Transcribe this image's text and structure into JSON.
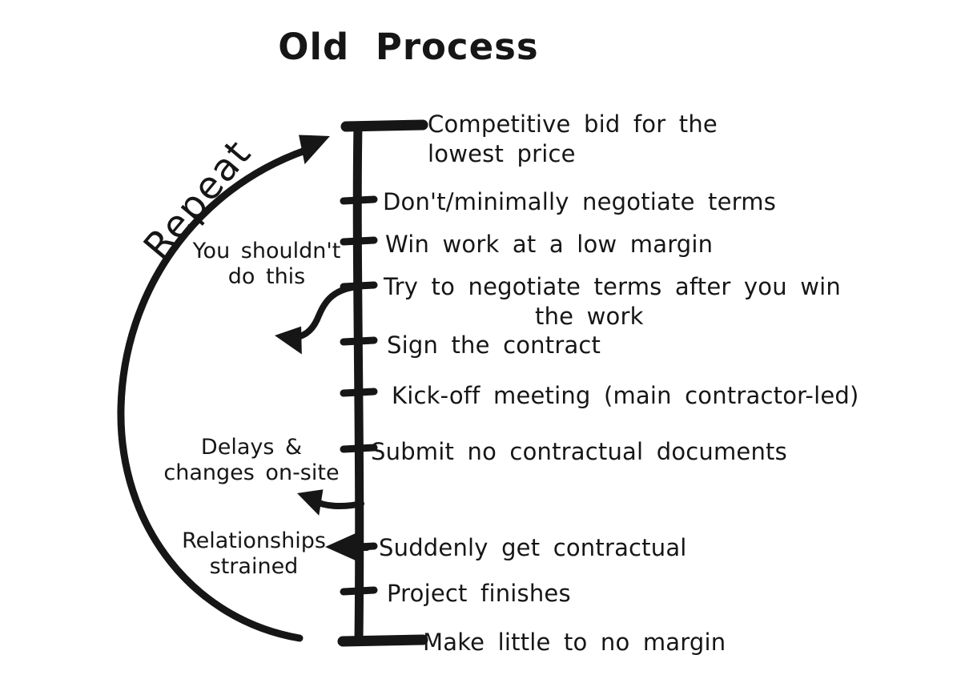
{
  "colors": {
    "ink": "#161616",
    "background": "#ffffff"
  },
  "title": "Old Process",
  "timeline": {
    "steps": [
      {
        "label": "Competitive bid for the lowest price",
        "lines": [
          "Competitive bid for the",
          "lowest price"
        ]
      },
      {
        "label": "Don't/minimally negotiate terms",
        "lines": [
          "Don't/minimally negotiate terms"
        ]
      },
      {
        "label": "Win work at a low margin",
        "lines": [
          "Win work at a low margin"
        ]
      },
      {
        "label": "Try to negotiate terms after you win the work",
        "lines": [
          "Try to negotiate terms after you win",
          "the work"
        ]
      },
      {
        "label": "Sign the contract",
        "lines": [
          "Sign the contract"
        ]
      },
      {
        "label": "Kick-off meeting (main contractor-led)",
        "lines": [
          "Kick-off meeting (main contractor-led)"
        ]
      },
      {
        "label": "Submit no contractual documents",
        "lines": [
          "Submit no contractual documents"
        ]
      },
      {
        "label": "Suddenly get contractual",
        "lines": [
          "Suddenly get contractual"
        ]
      },
      {
        "label": "Project finishes",
        "lines": [
          "Project finishes"
        ]
      },
      {
        "label": "Make little to no margin",
        "lines": [
          "Make little to no margin"
        ]
      }
    ]
  },
  "annotations": {
    "repeat": {
      "label": "Repeat"
    },
    "dont_do_this": {
      "label": "You shouldn't do this",
      "lines": [
        "You",
        "shouldn't do",
        "this"
      ]
    },
    "delays": {
      "label": "Delays & changes on-site",
      "lines": [
        "Delays &",
        "changes on-site"
      ]
    },
    "relationships": {
      "label": "Relationships strained",
      "lines": [
        "Relationships",
        "strained"
      ]
    }
  }
}
